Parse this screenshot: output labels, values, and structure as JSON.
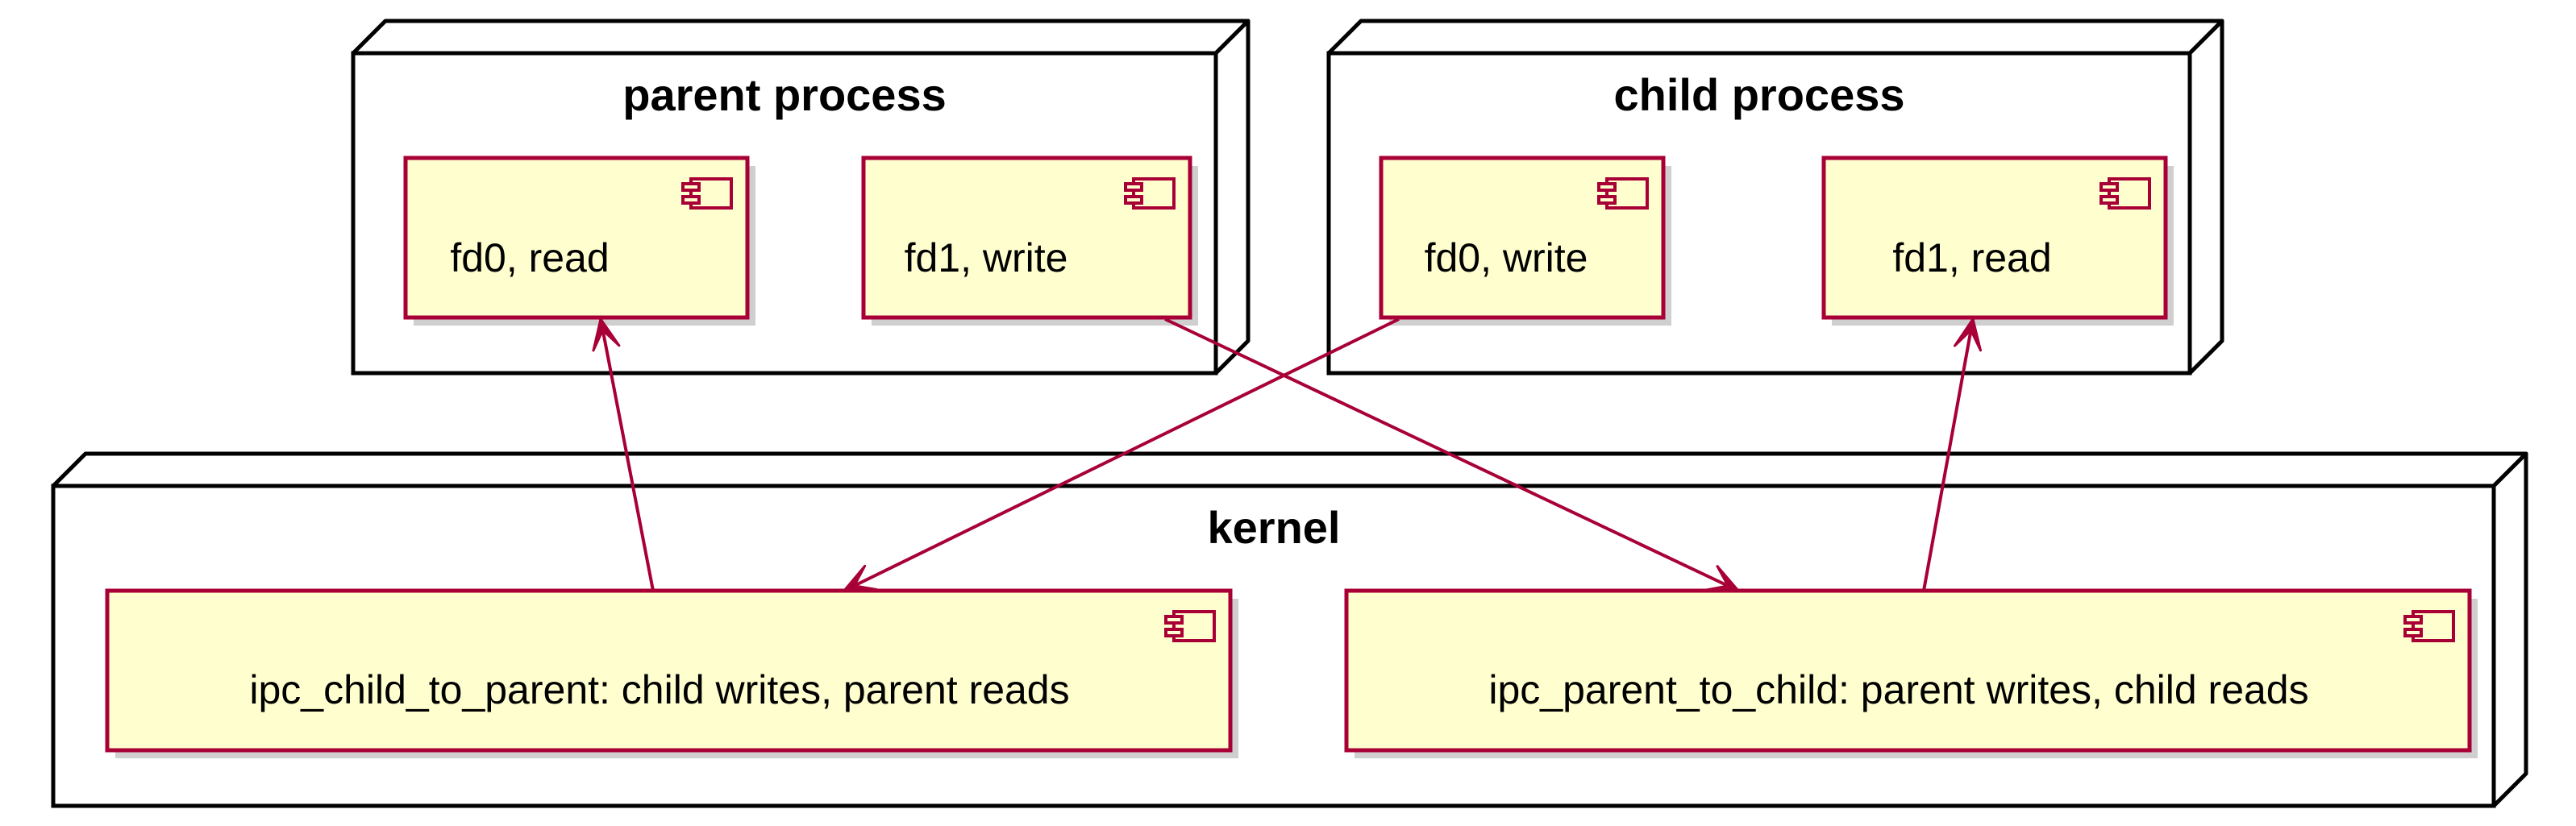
{
  "colors": {
    "component_fill": "#fefece",
    "component_border": "#a80036",
    "arrow": "#a80036",
    "node_border": "#000000",
    "background": "#ffffff"
  },
  "nodes": {
    "parent": {
      "title": "parent process"
    },
    "child": {
      "title": "child process"
    },
    "kernel": {
      "title": "kernel"
    }
  },
  "components": {
    "parent_fd0": {
      "label": "fd0, read",
      "icon": "component-icon"
    },
    "parent_fd1": {
      "label": "fd1, write",
      "icon": "component-icon"
    },
    "child_fd0": {
      "label": "fd0, write",
      "icon": "component-icon"
    },
    "child_fd1": {
      "label": "fd1, read",
      "icon": "component-icon"
    },
    "ipc_c2p": {
      "label": "ipc_child_to_parent: child writes, parent reads",
      "icon": "component-icon"
    },
    "ipc_p2c": {
      "label": "ipc_parent_to_child: parent writes, child reads",
      "icon": "component-icon"
    }
  },
  "edges": [
    {
      "from": "ipc_c2p",
      "to": "parent_fd0"
    },
    {
      "from": "child_fd0",
      "to": "ipc_c2p"
    },
    {
      "from": "parent_fd1",
      "to": "ipc_p2c"
    },
    {
      "from": "ipc_p2c",
      "to": "child_fd1"
    }
  ]
}
